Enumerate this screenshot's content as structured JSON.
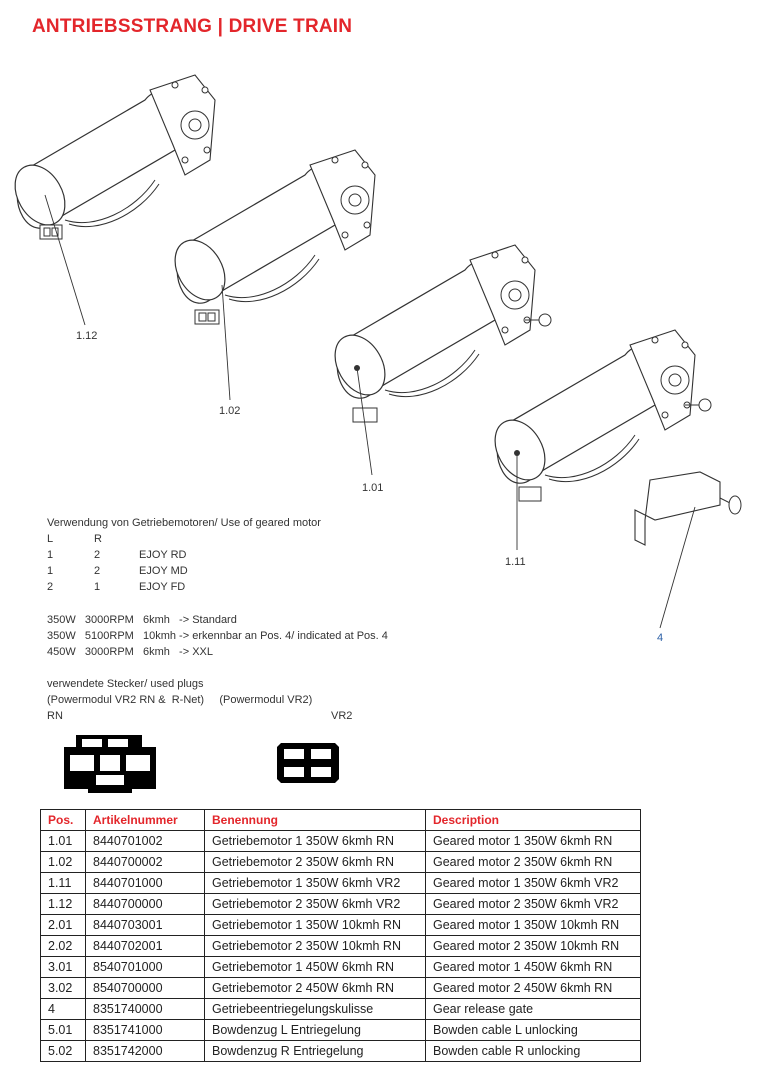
{
  "title": "ANTRIEBSSTRANG  |  DRIVE TRAIN",
  "callouts": [
    "1.12",
    "1.02",
    "1.01",
    "1.11",
    "4"
  ],
  "usage": {
    "heading": "Verwendung von Getriebemotoren/ Use of geared motor",
    "col_l": "L",
    "col_r": "R",
    "rows": [
      {
        "l": "1",
        "r": "2",
        "model": "EJOY RD"
      },
      {
        "l": "1",
        "r": "2",
        "model": "EJOY MD"
      },
      {
        "l": "2",
        "r": "1",
        "model": "EJOY FD"
      }
    ]
  },
  "specs": [
    "350W   3000RPM   6kmh   -> Standard",
    "350W   5100RPM   10kmh -> erkennbar an Pos. 4/ indicated at Pos. 4",
    "450W   3000RPM   6kmh   -> XXL"
  ],
  "plugs": {
    "heading": "verwendete Stecker/ used plugs",
    "line2": "(Powermodul VR2 RN &  R-Net)     (Powermodul VR2)",
    "label_rn": "RN",
    "label_vr2": "VR2"
  },
  "table": {
    "headers": [
      "Pos.",
      "Artikelnummer",
      "Benennung",
      "Description"
    ],
    "rows": [
      [
        "1.01",
        "8440701002",
        "Getriebemotor 1 350W 6kmh RN",
        "Geared motor 1 350W 6kmh RN"
      ],
      [
        "1.02",
        "8440700002",
        "Getriebemotor 2 350W 6kmh RN",
        "Geared motor 2 350W 6kmh RN"
      ],
      [
        "1.11",
        "8440701000",
        "Getriebemotor 1 350W 6kmh VR2",
        "Geared motor 1 350W 6kmh VR2"
      ],
      [
        "1.12",
        "8440700000",
        "Getriebemotor 2 350W 6kmh VR2",
        "Geared motor 2 350W 6kmh VR2"
      ],
      [
        "2.01",
        "8440703001",
        "Getriebemotor 1 350W 10kmh RN",
        "Geared motor 1 350W 10kmh RN"
      ],
      [
        "2.02",
        "8440702001",
        "Getriebemotor 2 350W 10kmh RN",
        "Geared motor 2 350W 10kmh RN"
      ],
      [
        "3.01",
        "8540701000",
        "Getriebemotor 1 450W 6kmh RN",
        "Geared motor 1 450W 6kmh RN"
      ],
      [
        "3.02",
        "8540700000",
        "Getriebemotor 2 450W 6kmh RN",
        "Geared motor 2 450W 6kmh RN"
      ],
      [
        "4",
        "8351740000",
        "Getriebeentriegelungskulisse",
        "Gear release gate"
      ],
      [
        "5.01",
        "8351741000",
        "Bowdenzug L Entriegelung",
        "Bowden cable L unlocking"
      ],
      [
        "5.02",
        "8351742000",
        "Bowdenzug R Entriegelung",
        "Bowden cable R unlocking"
      ]
    ]
  }
}
